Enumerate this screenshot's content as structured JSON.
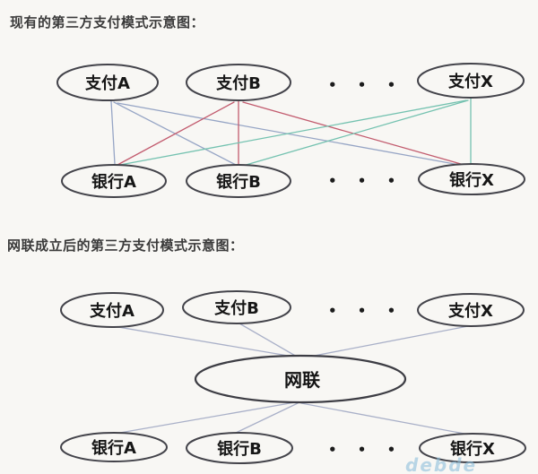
{
  "diagram_before": {
    "title": "现有的第三方支付模式示意图：",
    "payment_nodes": [
      {
        "label": "支付A"
      },
      {
        "label": "支付B"
      },
      {
        "label": "支付X"
      }
    ],
    "bank_nodes": [
      {
        "label": "银行A"
      },
      {
        "label": "银行B"
      },
      {
        "label": "银行X"
      }
    ],
    "ellipsis_top": "• • •",
    "ellipsis_bottom": "• • •",
    "connections": [
      [
        "支付A",
        "银行A"
      ],
      [
        "支付A",
        "银行B"
      ],
      [
        "支付A",
        "银行X"
      ],
      [
        "支付B",
        "银行A"
      ],
      [
        "支付B",
        "银行B"
      ],
      [
        "支付B",
        "银行X"
      ],
      [
        "支付X",
        "银行A"
      ],
      [
        "支付X",
        "银行B"
      ],
      [
        "支付X",
        "银行X"
      ]
    ]
  },
  "diagram_after": {
    "title": "网联成立后的第三方支付模式示意图：",
    "payment_nodes": [
      {
        "label": "支付A"
      },
      {
        "label": "支付B"
      },
      {
        "label": "支付X"
      }
    ],
    "hub_node": {
      "label": "网联"
    },
    "bank_nodes": [
      {
        "label": "银行A"
      },
      {
        "label": "银行B"
      },
      {
        "label": "银行X"
      }
    ],
    "ellipsis_top": "• • •",
    "ellipsis_bottom": "• • •",
    "connections": [
      [
        "支付A",
        "网联"
      ],
      [
        "支付B",
        "网联"
      ],
      [
        "支付X",
        "网联"
      ],
      [
        "网联",
        "银行A"
      ],
      [
        "网联",
        "银行B"
      ],
      [
        "网联",
        "银行X"
      ]
    ]
  },
  "palette": {
    "background": "#f8f7f4",
    "node_stroke": "#43434a",
    "label_color": "#161616",
    "edge_payment_a": "#96a5c5",
    "edge_payment_b": "#c25b6e",
    "edge_payment_x": "#74c2b0",
    "edge_hub": "#a9b0c8",
    "watermark_color": "#8fc0dc"
  },
  "watermark": {
    "text": "debde"
  }
}
